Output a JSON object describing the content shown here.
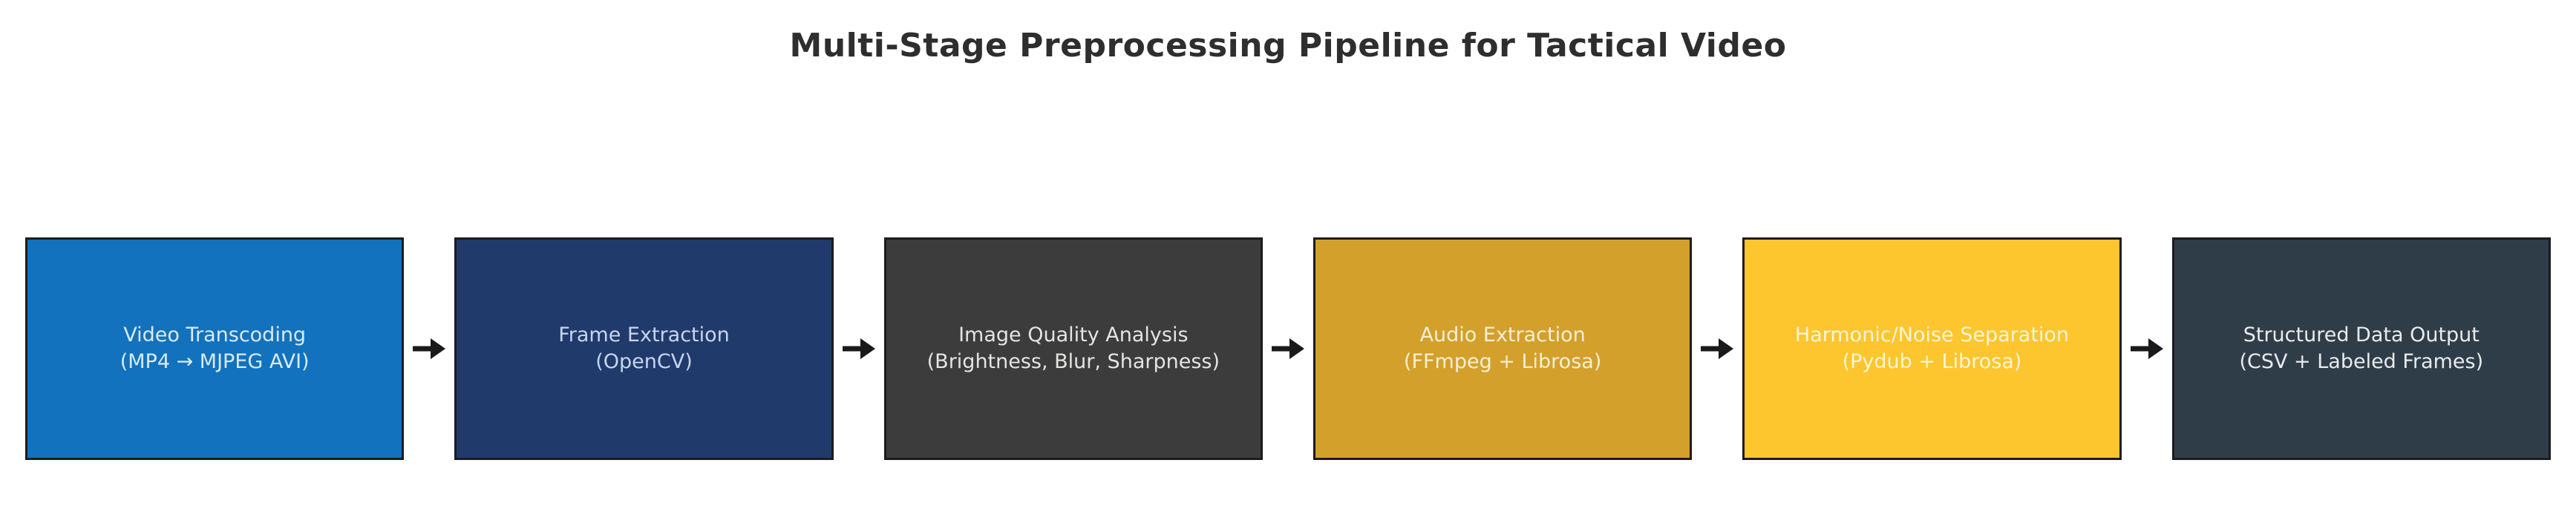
{
  "title": "Multi-Stage Preprocessing Pipeline for Tactical Video",
  "colors": {
    "background": "#ffffff",
    "title_text": "#2e2e2e",
    "box_border": "#1c1c1c",
    "arrow": "#1a1a1a"
  },
  "pipeline": {
    "stages": [
      {
        "id": "video-transcoding",
        "line1": "Video Transcoding",
        "line2": "(MP4 → MJPEG AVI)",
        "fill": "#1272bd",
        "text_color": "#d9eaf8"
      },
      {
        "id": "frame-extraction",
        "line1": "Frame Extraction",
        "line2": "(OpenCV)",
        "fill": "#203a6c",
        "text_color": "#c8d6ec"
      },
      {
        "id": "image-quality-analysis",
        "line1": "Image Quality Analysis",
        "line2": "(Brightness, Blur, Sharpness)",
        "fill": "#3b3c3b",
        "text_color": "#e4e4e3"
      },
      {
        "id": "audio-extraction",
        "line1": "Audio Extraction",
        "line2": "(FFmpeg + Librosa)",
        "fill": "#d3a02b",
        "text_color": "#f8efd4"
      },
      {
        "id": "harmonic-noise-separation",
        "line1": "Harmonic/Noise Separation",
        "line2": "(Pydub + Librosa)",
        "fill": "#fdc62e",
        "text_color": "#fdf5da"
      },
      {
        "id": "structured-data-output",
        "line1": "Structured Data Output",
        "line2": "(CSV + Labeled Frames)",
        "fill": "#2f3d49",
        "text_color": "#e9ebec"
      }
    ]
  }
}
